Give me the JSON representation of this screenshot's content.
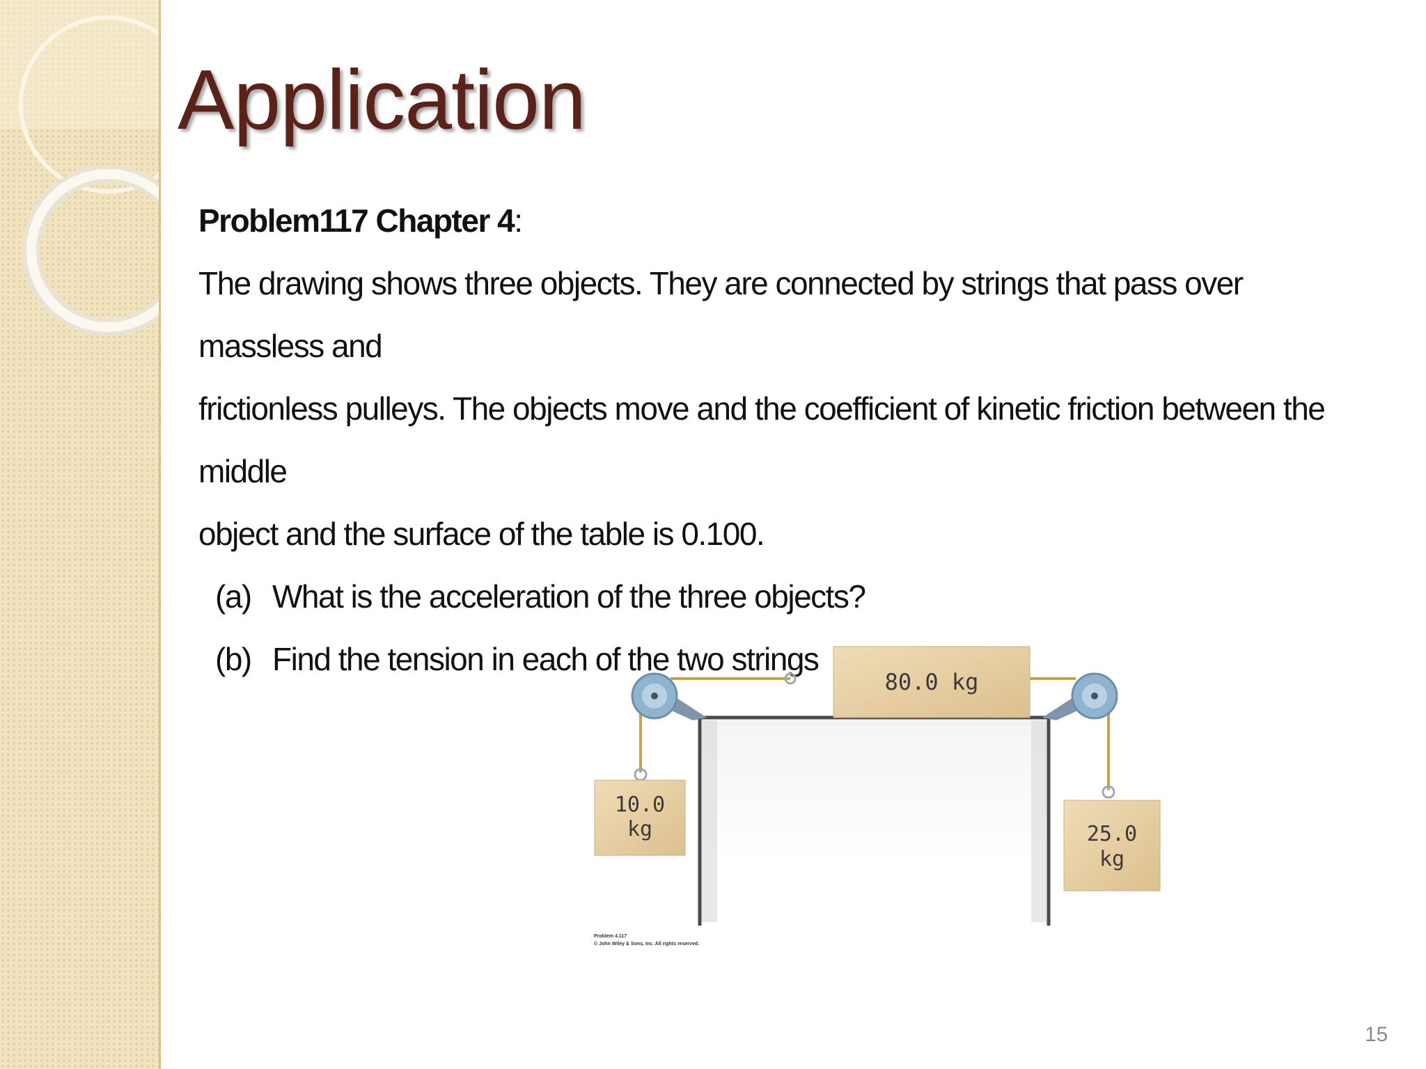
{
  "slide": {
    "title": "Application",
    "page_number": "15"
  },
  "problem": {
    "heading_bold": "Problem117 Chapter 4",
    "heading_colon": ":",
    "line1": "The drawing shows three objects. They are connected by strings that pass over massless and",
    "line2": "frictionless pulleys. The objects move and the coefficient of kinetic friction between the middle",
    "line3": "object and the surface of the table is 0.100.",
    "questions": [
      {
        "label": "(a)",
        "text": "What is the acceleration of the three objects?"
      },
      {
        "label": "(b)",
        "text": "Find the tension in each of the two strings"
      }
    ]
  },
  "figure": {
    "middle_block_label": "80.0 kg",
    "left_block_line1": "10.0",
    "left_block_line2": "kg",
    "right_block_line1": "25.0",
    "right_block_line2": "kg",
    "credit_line1": "Problem 4.117",
    "credit_line2": "© John Wiley & Sons, Inc. All rights reserved.",
    "colors": {
      "block": "#e6cfa3",
      "rope": "#c9a24c",
      "pulley": "#8fb4cf",
      "table": "#4a4a4a"
    }
  }
}
